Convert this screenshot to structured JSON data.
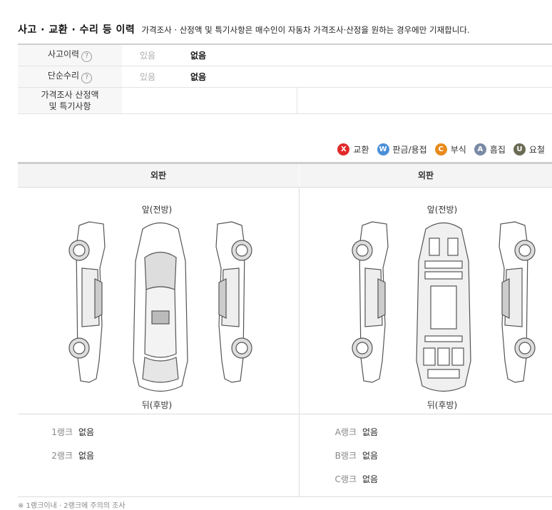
{
  "header": {
    "title": "사고 · 교환 · 수리 등 이력",
    "note": "가격조사 · 산정액 및 특기사항은 매수인이 자동차 가격조사·산정을 원하는 경우에만 기재합니다."
  },
  "history": {
    "accident": {
      "label": "사고이력",
      "help": "?",
      "yes": "있음",
      "no": "없음"
    },
    "simple_repair": {
      "label": "단순수리",
      "help": "?",
      "yes": "있음",
      "no": "없음"
    },
    "price_label_line1": "가격조사 산정액",
    "price_label_line2": "및 특기사항"
  },
  "legend": [
    {
      "code": "X",
      "label": "교환",
      "color": "#e02b2b"
    },
    {
      "code": "W",
      "label": "판금/용접",
      "color": "#4a8fd9"
    },
    {
      "code": "C",
      "label": "부식",
      "color": "#e88b1d"
    },
    {
      "code": "A",
      "label": "흠집",
      "color": "#7a8aa6"
    },
    {
      "code": "U",
      "label": "요철",
      "color": "#6b6b55"
    }
  ],
  "diagram": {
    "left_header": "외판",
    "right_header": "외판",
    "front": "앞(전방)",
    "rear": "뒤(후방)"
  },
  "ranks_left": [
    {
      "label": "1랭크",
      "value": "없음"
    },
    {
      "label": "2랭크",
      "value": "없음"
    }
  ],
  "ranks_right": [
    {
      "label": "A랭크",
      "value": "없음"
    },
    {
      "label": "B랭크",
      "value": "없음"
    },
    {
      "label": "C랭크",
      "value": "없음"
    }
  ],
  "footnote": "※ 1랭크이내 · 2랭크에 주의의 조사"
}
